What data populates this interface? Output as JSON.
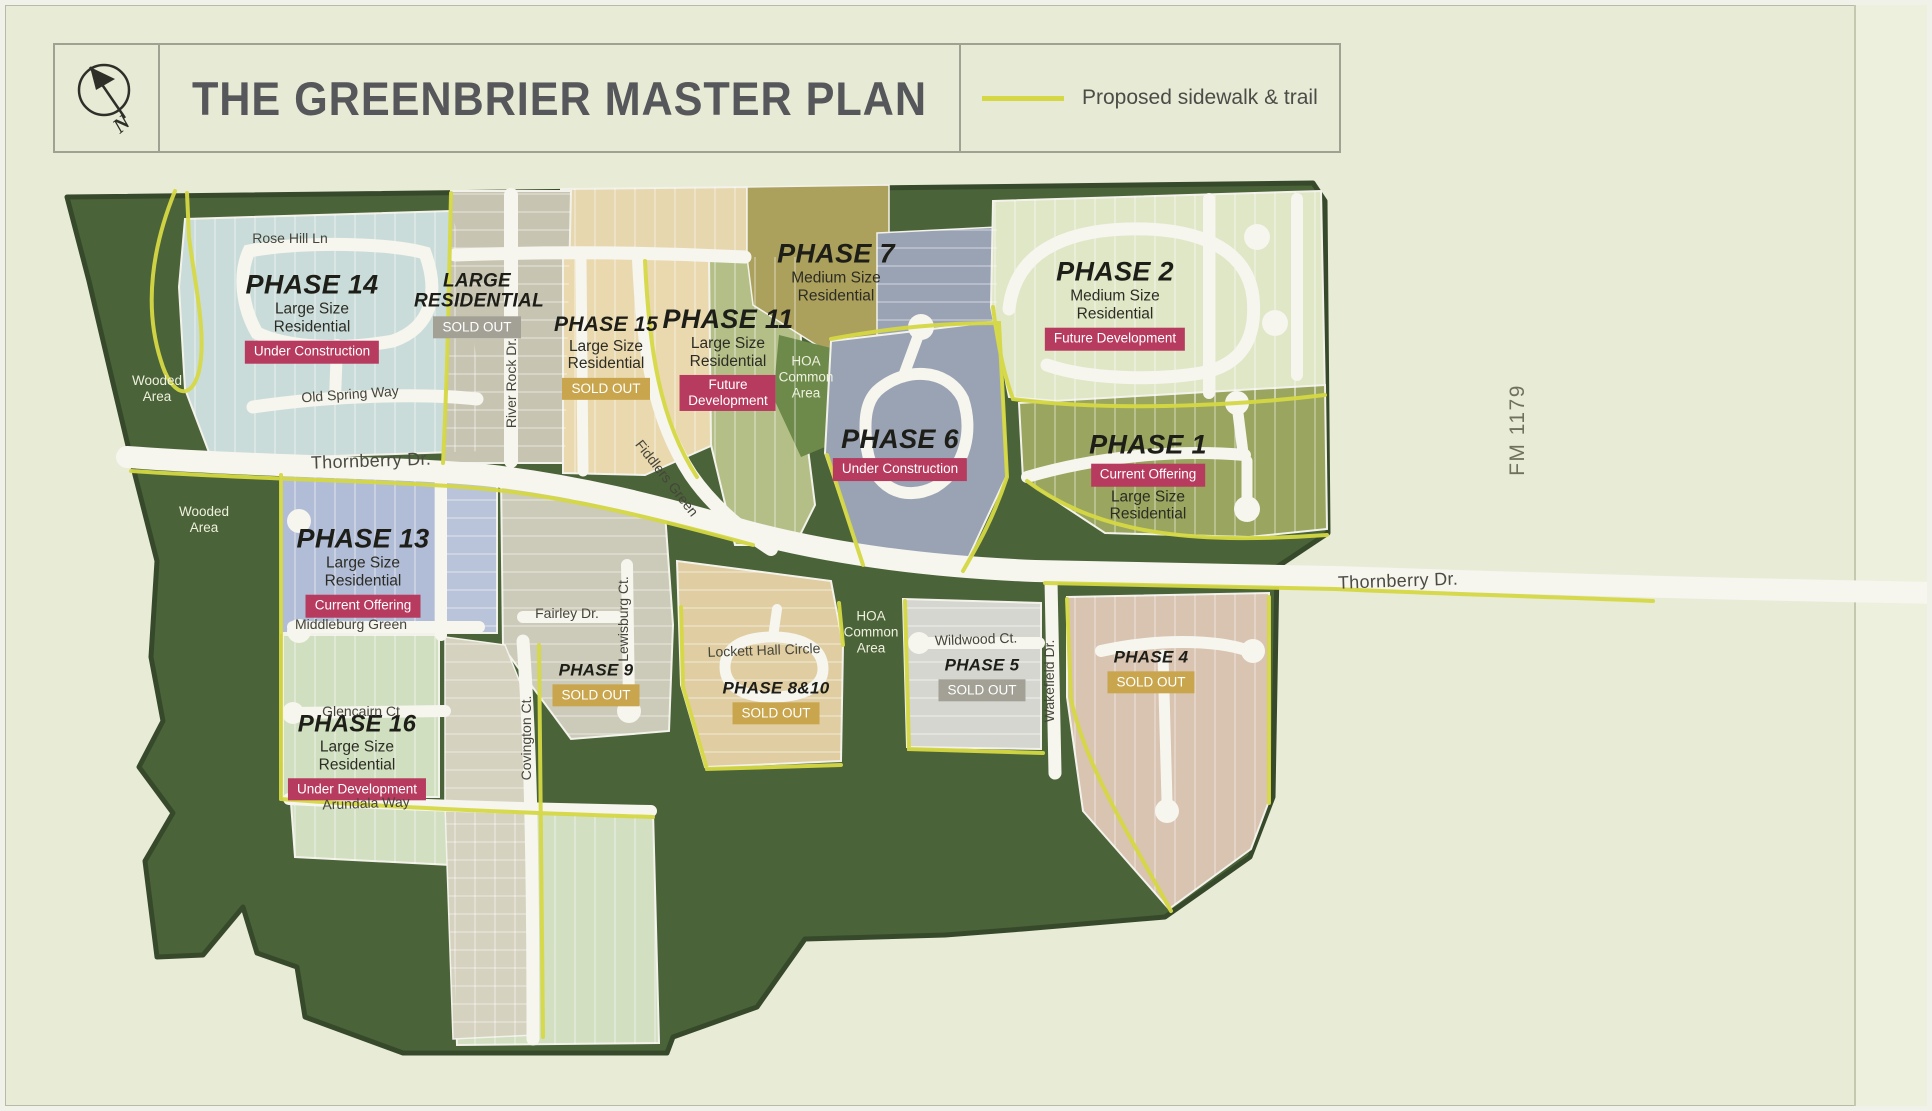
{
  "header": {
    "title": "THE GREENBRIER MASTER PLAN",
    "legend": {
      "label": "Proposed sidewalk & trail"
    }
  },
  "map": {
    "phases": [
      {
        "name": "PHASE 14",
        "subtitle": "Large Size Residential",
        "status": "Under Construction",
        "status_color": "#b73a5f"
      },
      {
        "name": "LARGE RESIDENTIAL",
        "status": "SOLD OUT",
        "status_color": "#a3a196"
      },
      {
        "name": "PHASE 15",
        "subtitle": "Large Size Residential",
        "status": "SOLD OUT",
        "status_color": "#c9a64e"
      },
      {
        "name": "PHASE 11",
        "subtitle": "Large Size Residential",
        "status": "Future Development",
        "status_color": "#b73a5f"
      },
      {
        "name": "PHASE 7",
        "subtitle": "Medium Size Residential"
      },
      {
        "name": "PHASE 2",
        "subtitle": "Medium Size Residential",
        "status": "Future Development",
        "status_color": "#b73a5f"
      },
      {
        "name": "PHASE 6",
        "status": "Under Construction",
        "status_color": "#b73a5f"
      },
      {
        "name": "PHASE 1",
        "status": "Current Offering",
        "status_color": "#b73a5f",
        "subtitle": "Large Size Residential"
      },
      {
        "name": "PHASE 13",
        "subtitle": "Large Size Residential",
        "status": "Current Offering",
        "status_color": "#b73a5f"
      },
      {
        "name": "PHASE 9",
        "status": "SOLD OUT",
        "status_color": "#c9a64e"
      },
      {
        "name": "PHASE 8&10",
        "status": "SOLD OUT",
        "status_color": "#c9a64e"
      },
      {
        "name": "PHASE 5",
        "status": "SOLD OUT",
        "status_color": "#a3a196"
      },
      {
        "name": "PHASE 4",
        "status": "SOLD OUT",
        "status_color": "#c9a64e"
      },
      {
        "name": "PHASE 16",
        "subtitle": "Large Size Residential",
        "status": "Under Development",
        "status_color": "#b73a5f"
      }
    ],
    "roads": {
      "thornberry_left": "Thornberry Dr.",
      "thornberry_right": "Thornberry Dr.",
      "rose_hill": "Rose Hill Ln",
      "old_spring": "Old Spring Way",
      "river_rock": "River Rock Dr.",
      "fiddlers_green": "Fiddlers Green",
      "fairley": "Fairley Dr.",
      "lewisburg": "Lewisburg Ct.",
      "middleburg": "Middleburg Green",
      "glencairn": "Glencairn Ct",
      "covington": "Covington Ct.",
      "arundala": "Arundala Way",
      "lockett": "Lockett Hall Circle",
      "wildwood": "Wildwood Ct.",
      "wakefield": "Wakefield Dr.",
      "fm_1179": "FM 1179"
    },
    "areas": {
      "wooded_1": "Wooded Area",
      "wooded_2": "Wooded Area",
      "hoa_1": "HOA Common Area",
      "hoa_2": "HOA Common Area"
    },
    "colors": {
      "trail": "#d5d843",
      "map_green": "#4b6339",
      "status_red": "#b73a5f",
      "status_gold": "#c9a64e",
      "status_gray": "#a3a196"
    }
  }
}
